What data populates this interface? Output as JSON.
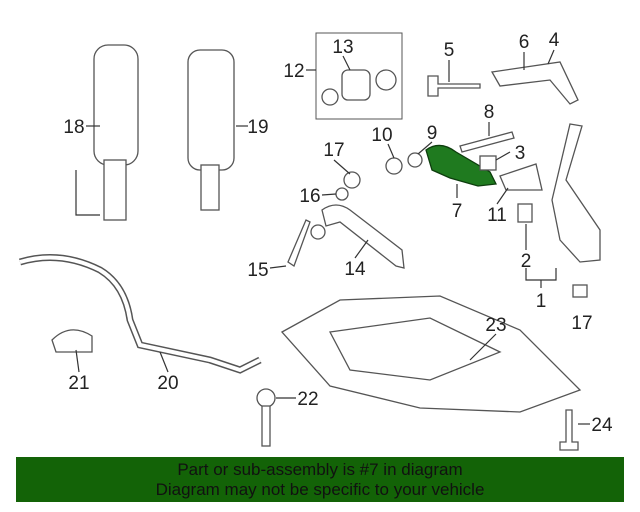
{
  "diagram": {
    "callouts": [
      "18",
      "19",
      "12",
      "13",
      "5",
      "6",
      "4",
      "8",
      "9",
      "10",
      "3",
      "17",
      "16",
      "11",
      "7",
      "2",
      "15",
      "14",
      "1",
      "17",
      "23",
      "21",
      "20",
      "22",
      "24"
    ],
    "highlight_color": "#1f7a1f"
  },
  "banner": {
    "line1": "Part or sub-assembly is #7 in diagram",
    "line2": "Diagram may not be specific to your vehicle",
    "color": "#136307"
  }
}
